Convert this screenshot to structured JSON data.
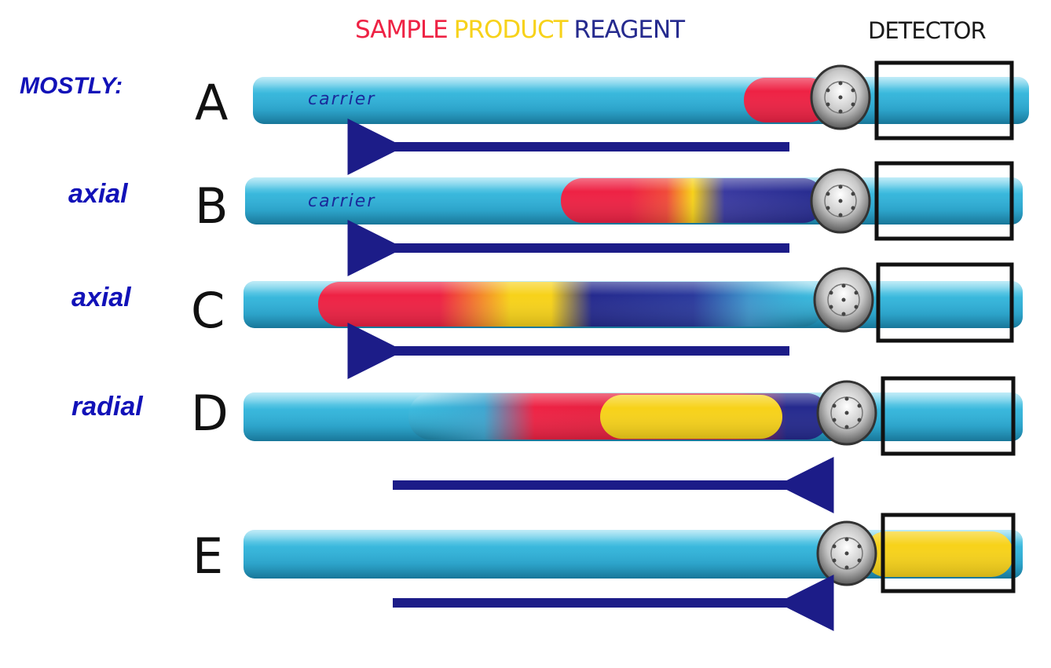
{
  "legend": {
    "sample": {
      "label": "SAMPLE",
      "color": "#ee2244"
    },
    "product": {
      "label": "PRODUCT",
      "color": "#f7d21a"
    },
    "reagent": {
      "label": "REAGENT",
      "color": "#252a8e"
    }
  },
  "detector_label": "DETECTOR",
  "header_label": "MOSTLY:",
  "carrier_color": "#2eaed4",
  "arrow_color": "#1c1c88",
  "rows": [
    {
      "letter": "A",
      "mode": "",
      "carrier_text": "carrier",
      "flow": "reverse"
    },
    {
      "letter": "B",
      "mode": "axial",
      "carrier_text": "carrier",
      "flow": "reverse"
    },
    {
      "letter": "C",
      "mode": "axial",
      "carrier_text": "",
      "flow": "reverse"
    },
    {
      "letter": "D",
      "mode": "radial",
      "carrier_text": "",
      "flow": "forward"
    },
    {
      "letter": "E",
      "mode": "",
      "carrier_text": "",
      "flow": "forward"
    }
  ]
}
